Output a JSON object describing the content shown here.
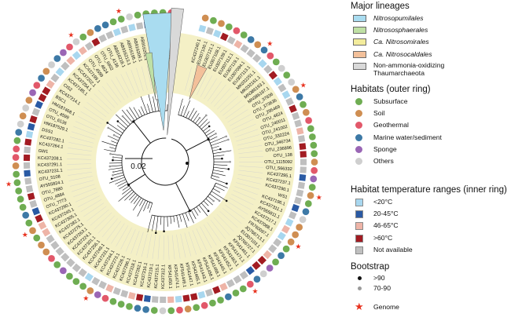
{
  "scale_bar_label": "0.02",
  "colors": {
    "nitrosopumilales": "#a9dcf0",
    "nitrososphaerales": "#bfe0a5",
    "nitrosomirales": "#f3ec9c",
    "nitrosocaldales": "#f3c09a",
    "non_aoa": "#d9d9d9",
    "label_band": "#f4f0c6",
    "subsurface": "#6fad52",
    "soil": "#cf8e52",
    "geothermal": "#e2586a",
    "marine": "#3d79a6",
    "sponge": "#9a66b5",
    "others": "#cfcfcf",
    "t_lt20": "#a8d7ef",
    "t_20_45": "#2a5aa4",
    "t_46_65": "#eeb4a7",
    "t_gt60": "#a21b22",
    "t_na": "#bfbfbf",
    "genome_star": "#e8321f"
  },
  "legend": {
    "lineages": {
      "title": "Major lineages",
      "items": [
        {
          "label": "Nitrosopumilales",
          "italic": true
        },
        {
          "label": "Nitrososphaerales",
          "italic": true
        },
        {
          "label": "Ca. Nitrosomirales",
          "italic": true
        },
        {
          "label": "Ca. Nitrosocaldales",
          "italic": true
        },
        {
          "label": "Non-ammonia-oxidizing Thaumarchaeota",
          "italic": false
        }
      ]
    },
    "habitats": {
      "title": "Habitats (outer ring)",
      "items": [
        "Subsurface",
        "Soil",
        "Geothermal",
        "Marine water/sediment",
        "Sponge",
        "Others"
      ]
    },
    "temperature": {
      "title": "Habitat temperature ranges (inner ring)",
      "items": [
        "<20°C",
        "20-45°C",
        "46-65°C",
        ">60°C",
        "Not available"
      ]
    },
    "bootstrap": {
      "title": "Bootstrap",
      "items": [
        ">90",
        "70-90"
      ]
    },
    "genome": {
      "label": "Genome"
    }
  },
  "tree": {
    "labels_right": [
      "KC437240.1",
      "EU307100.1",
      "EU307121.1",
      "EU307108.1",
      "EU307109.1",
      "EU307112.1",
      "EU307119.1",
      "EU307094.1",
      "EU307113.1",
      "MK032251.1",
      "MK032161.1",
      "MN386193.1",
      "MN386197.1",
      "OTU_37836",
      "OTU_373636",
      "OTU_295469",
      "OTU_4624",
      "OTU_240011",
      "OTU_241002",
      "OTU_332224",
      "OTU_346734",
      "OTU_236896",
      "OTU_138",
      "OTU_1115092",
      "OTU_566332",
      "KC437295.1",
      "KC437237.1",
      "KC437290.1",
      "WS1",
      "KC437196.1",
      "KC437311.1",
      "AY555811.1",
      "KC437217.1",
      "KC437088.1",
      "FR760097.1",
      "JQ766713.1",
      "EU307103.1",
      "JQ766727.1",
      "KF541461.1",
      "KF541471.1",
      "KF541463.1",
      "KF541452.1",
      "KF541445.1",
      "KF541468.1",
      "KF541458.1",
      "KF541443.1",
      "KF541465.1",
      "KF541447.1",
      "KF541449.1",
      "KF541474.1"
    ],
    "labels_left": [
      "KF541450.1",
      "KC437312.1",
      "KC437215.1",
      "KC437219.1",
      "KC437316.1",
      "KC437262.1",
      "KC437318.1",
      "KC437296.1",
      "KC437226.1",
      "KC437273.1",
      "KC437244.1",
      "KC437231.1",
      "KC437249.1",
      "KC437256.1",
      "KC437301.1",
      "KC437224.1",
      "KC437263.1",
      "KC437275.1",
      "KC437282.1",
      "KC437305.1",
      "KC437245.1",
      "KC437290.1",
      "OTU_7773",
      "OTU_4884",
      "OTU_7880",
      "AY555824.1",
      "OTU_5108",
      "KC437231.1",
      "KC437291.1",
      "KC437208.1",
      "GW1",
      "KC437264.1",
      "KC437282.1",
      "DSS1",
      "HM187529.1",
      "OTU_6136",
      "OTU_4599",
      "HM187468.1",
      "BSC1",
      "KC437214.1",
      "CIS2",
      "KC437185.1",
      "KC437254.1",
      "KC437202.1",
      "KC437199.1",
      "OTU_4599",
      "OTU_4624",
      "OTU_6602",
      "OTU_4136",
      "AB916218.1",
      "AB916213.1",
      "AB916195.1",
      "AB916209.1",
      "AB916201.1",
      "AB916205.1"
    ]
  }
}
